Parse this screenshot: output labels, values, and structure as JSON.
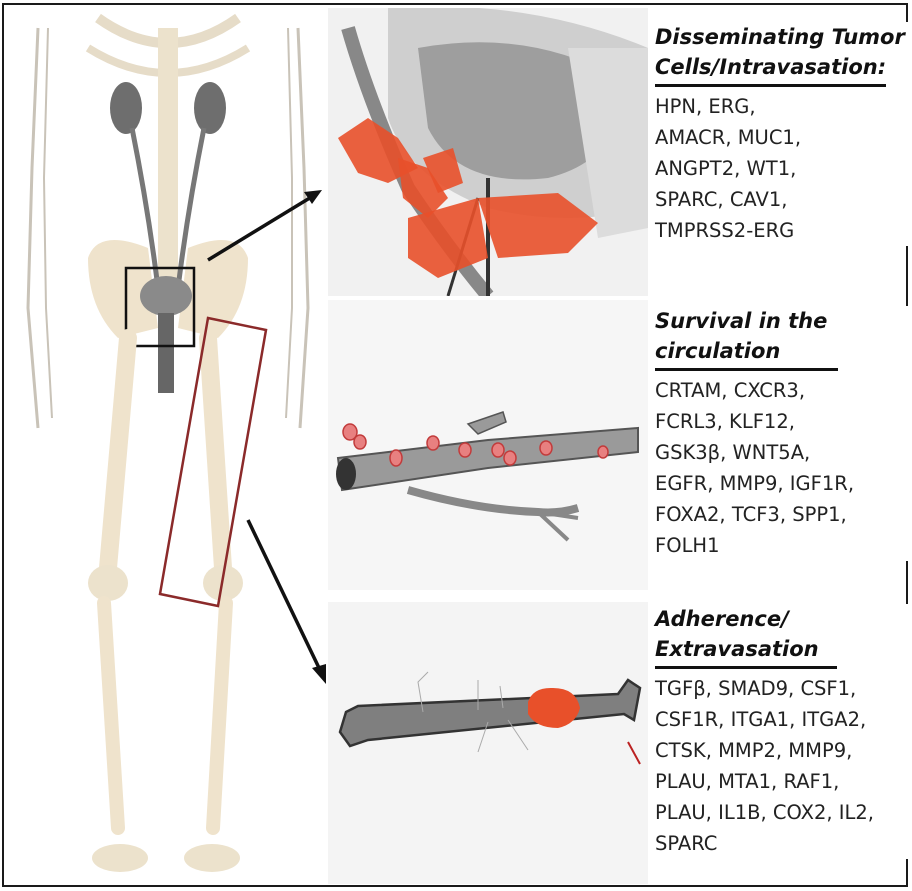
{
  "sections": [
    {
      "title_line1": "Disseminating Tumor",
      "title_line2": "Cells/Intravasation:",
      "genes": "HPN, ERG,\nAMACR, MUC1,\nANGPT2, WT1,\nSPARC, CAV1,\nTMPRSS2-ERG"
    },
    {
      "title_line1": "Survival in the",
      "title_line2": "circulation",
      "genes": "CRTAM, CXCR3,\nFCRL3, KLF12,\nGSK3β, WNT5A,\nEGFR, MMP9, IGF1R,\nFOXA2, TCF3, SPP1,\nFOLH1"
    },
    {
      "title_line1": "Adherence/",
      "title_line2": "Extravasation",
      "genes": "TGFβ, SMAD9, CSF1,\nCSF1R, ITGA1, ITGA2,\nCTSK, MMP2, MMP9,\nPLAU, MTA1, RAF1,\nPLAU, IL1B, COX2, IL2,\nSPARC"
    }
  ],
  "colors": {
    "tumor": "#e8502a",
    "bone": "#efe3cc",
    "organ": "#6e6e6e",
    "highlight_box_femur": "#8b2a2a",
    "highlight_box_prostate": "#111111"
  }
}
